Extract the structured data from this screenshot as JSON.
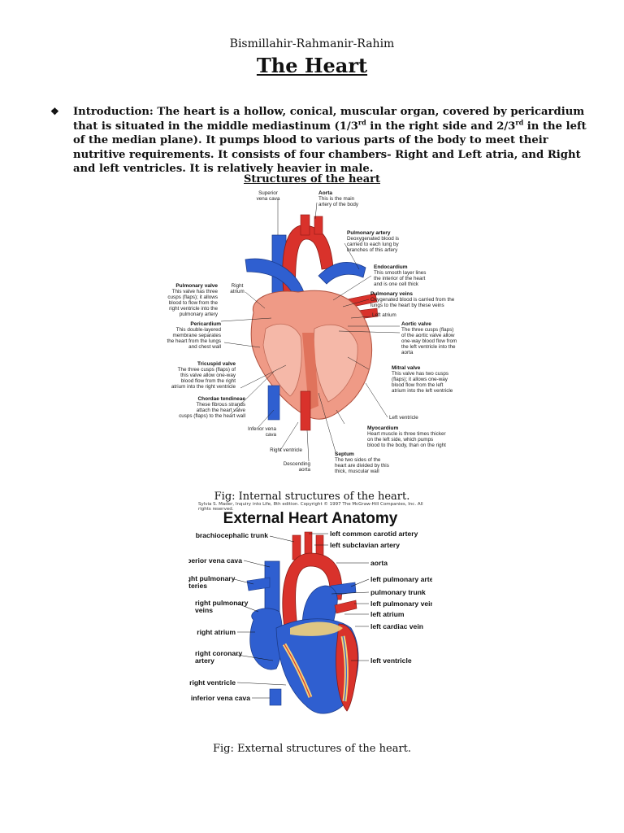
{
  "header": {
    "basmala": "Bismillahir-Rahmanir-Rahim",
    "title": "The Heart"
  },
  "intro": {
    "bullet_icon": "diamond-bullet-icon",
    "lead": "Introduction:",
    "text_a": " The heart is a hollow, conical, muscular organ, covered by pericardium that is situated in the middle mediastinum (1/3",
    "sup1": "rd",
    "text_b": " in the right side and 2/3",
    "sup2": "rd",
    "text_c": " in the left of the median plane). It pumps blood to various parts of the body to meet their nutritive requirements. It consists of four chambers- Right and Left atria, and Right and left ventricles.  It is relatively heavier in male."
  },
  "internal_figure": {
    "heading": "Structures of the heart",
    "caption": "Fig: Internal structures of the heart.",
    "copyright": "Sylvia S. Mader, Inquiry into Life, 8th edition. Copyright © 1997 The McGraw-Hill Companies, Inc. All rights reserved.",
    "labels": {
      "superior_vena_cava": [
        "Superior",
        "vena cava"
      ],
      "aorta_title": "Aorta",
      "aorta_desc": [
        "This is the main",
        "artery of the body"
      ],
      "pulmonary_artery_title": "Pulmonary artery",
      "pulmonary_artery_desc": [
        "Deoxygenated blood is",
        "carried to each lung by",
        "branches of this artery"
      ],
      "endocardium_title": "Endocardium",
      "endocardium_desc": [
        "This smooth layer lines",
        "the interior of the heart",
        "and is one cell thick"
      ],
      "pulmonary_veins_title": "Pulmonary veins",
      "pulmonary_veins_desc": [
        "Oxygenated blood is carried from the",
        "lungs to the heart by these veins"
      ],
      "left_atrium": "Left atrium",
      "aortic_valve_title": "Aortic valve",
      "aortic_valve_desc": [
        "The three cusps (flaps)",
        "of the aortic valve allow",
        "one-way blood flow from",
        "the left ventricle into the",
        "aorta"
      ],
      "mitral_valve_title": "Mitral valve",
      "mitral_valve_desc": [
        "This valve has two cusps",
        "(flaps); it allows one-way",
        "blood flow from the left",
        "atrium into the left ventricle"
      ],
      "left_ventricle": "Left ventricle",
      "myocardium_title": "Myocardium",
      "myocardium_desc": [
        "Heart muscle is three times thicker",
        "on the left side, which pumps",
        "blood to the body, than on the right"
      ],
      "septum_title": "Septum",
      "septum_desc": [
        "The two sides of the",
        "heart are divided by this",
        "thick, muscular wall"
      ],
      "descending_aorta": [
        "Descending",
        "aorta"
      ],
      "right_ventricle": "Right ventricle",
      "inferior_vena_cava": [
        "Inferior vena",
        "cava"
      ],
      "chordae_title": "Chordae tendineae",
      "chordae_desc": [
        "These fibrous strands",
        "attach the heart valve",
        "cusps (flaps) to the heart wall"
      ],
      "tricuspid_title": "Tricuspid valve",
      "tricuspid_desc": [
        "The three cusps (flaps) of",
        "this valve allow one-way",
        "blood flow from the right",
        "atrium into the right ventricle"
      ],
      "pericardium_title": "Pericardium",
      "pericardium_desc": [
        "This double-layered",
        "membrane separates",
        "the heart from the lungs",
        "and chest wall"
      ],
      "pulmonary_valve_title": "Pulmonary valve",
      "pulmonary_valve_desc": [
        "This valve has three",
        "cusps (flaps); it allows",
        "blood to flow from the",
        "right ventricle into the",
        "pulmonary artery"
      ],
      "right_atrium": [
        "Right",
        "atrium"
      ]
    }
  },
  "external_figure": {
    "title": "External Heart Anatomy",
    "caption": "Fig: External structures of the heart.",
    "labels": {
      "brachiocephalic_trunk": "brachiocephalic trunk",
      "left_common_carotid_artery": "left common carotid artery",
      "left_subclavian_artery": "left subclavian artery",
      "superior_vena_cava": "superior vena cava",
      "aorta": "aorta",
      "right_pulmonary_arteries": [
        "right pulmonary",
        "arteries"
      ],
      "left_pulmonary_arteries": "left pulmonary arteries",
      "pulmonary_trunk": "pulmonary trunk",
      "right_pulmonary_veins": [
        "right pulmonary",
        "veins"
      ],
      "left_pulmonary_veins": "left pulmonary veins",
      "left_atrium": "left atrium",
      "left_cardiac_vein": "left cardiac vein",
      "right_atrium": "right atrium",
      "right_coronary_artery": [
        "right coronary",
        "artery"
      ],
      "left_ventricle": "left ventricle",
      "right_ventricle": "right ventricle",
      "inferior_vena_cava": "inferior vena cava"
    }
  },
  "colors": {
    "vein_blue": "#2f5fd0",
    "artery_red": "#d9322b",
    "muscle_pink": "#ef9a86",
    "fat_yellow": "#f3d27a"
  }
}
